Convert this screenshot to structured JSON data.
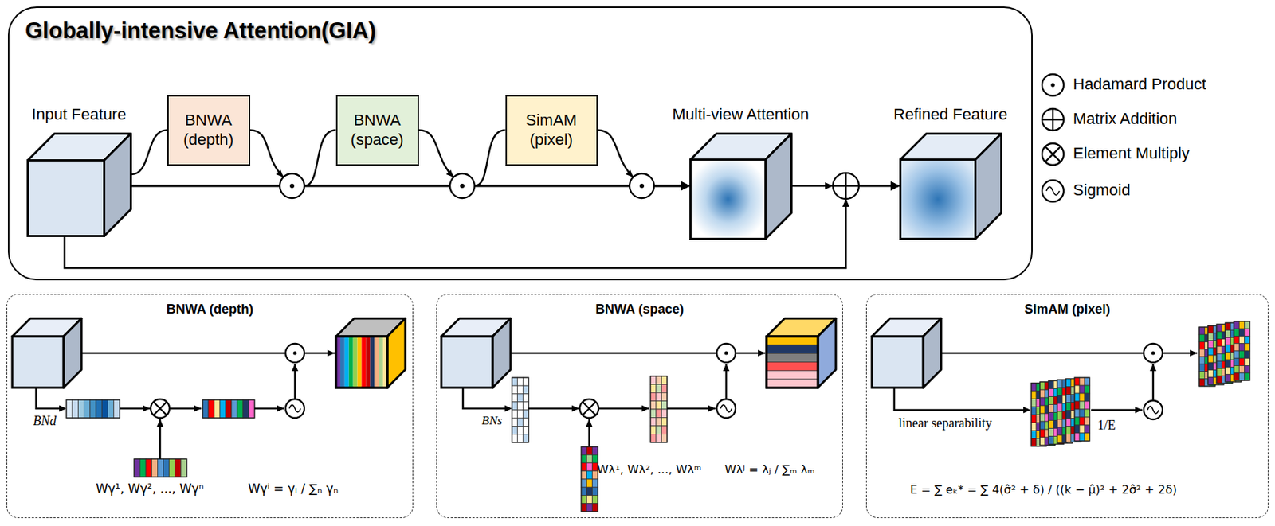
{
  "diagram": {
    "title": "Globally-intensive Attention(GIA)",
    "nodes": [
      {
        "text": [
          "Globally-intensive Attention(GIA)"
        ]
      },
      {
        "text": [
          "Input Feature"
        ],
        "in": 0
      },
      {
        "text": [
          "BNWA (depth)"
        ],
        "in": 0
      },
      {
        "text": [
          "BNWA (space)"
        ],
        "in": 0
      },
      {
        "text": [
          "SimAM (pixel)"
        ],
        "in": 0
      },
      {
        "text": [
          "Multi-view Attention"
        ],
        "in": 0
      },
      {
        "text": [
          "Refined Feature"
        ],
        "in": 0
      },
      {
        "text": [
          "BNWA (depth)"
        ]
      },
      {
        "text": [
          "BNWA (space)"
        ]
      },
      {
        "text": [
          "SimAM (pixel)"
        ]
      }
    ],
    "edges": [
      {
        "from": 1,
        "to": 2,
        "arrow": "none"
      },
      {
        "from": 2,
        "to": 5,
        "arrow": "to"
      },
      {
        "from": 1,
        "to": 3,
        "arrow": "none"
      },
      {
        "from": 3,
        "to": 5,
        "arrow": "to"
      },
      {
        "from": 1,
        "to": 4,
        "arrow": "none"
      },
      {
        "from": 4,
        "to": 5,
        "arrow": "to"
      },
      {
        "from": 1,
        "to": 5,
        "arrow": "to"
      },
      {
        "from": 5,
        "to": 6,
        "arrow": "to"
      },
      {
        "from": 1,
        "to": 6,
        "arrow": "to"
      }
    ],
    "labels": [
      "BNd",
      "Wγ¹, Wγ², ..., Wγⁿ",
      "Wγⁱ = γᵢ / ∑ₙ γₙ",
      "BNs",
      "Wλ¹, Wλ², ..., Wλᵐ",
      "Wλʲ = λⱼ / ∑ₘ λₘ",
      "linear separability",
      "1/E",
      "E = ∑ eₖ* = ∑ 4(σ̂² + δ) / ((k − μ̂)² + 2σ̂² + 2δ)"
    ],
    "legend": [
      {
        "text": "Hadamard Product"
      },
      {
        "text": "Matrix Addition"
      },
      {
        "text": "Element Multiply"
      },
      {
        "text": "Sigmoid"
      }
    ]
  }
}
